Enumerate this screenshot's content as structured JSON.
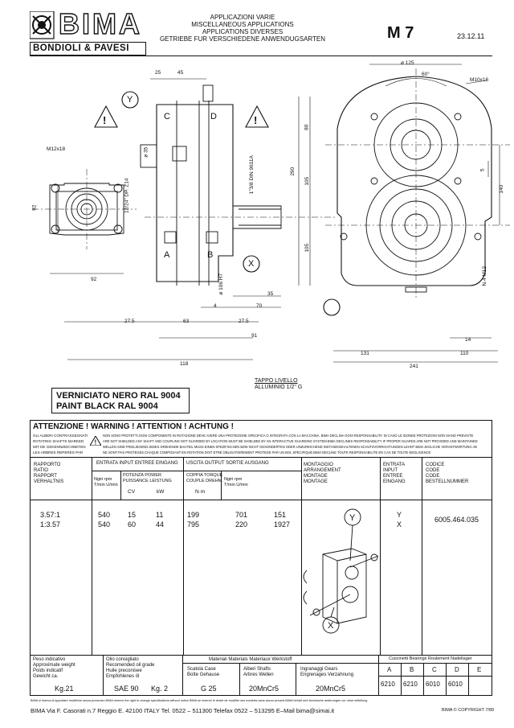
{
  "header": {
    "brand": "BIMA",
    "company": "BONDIOLI & PAVESI",
    "titles": [
      "APPLICAZIONI VARIE",
      "MISCELLANEOUS APPLICATIONS",
      "APPLICATIONS DIVERSES",
      "GETRIEBE FUR VERSCHIEDENE ANWENDUGSARTEN"
    ],
    "model": "M 7",
    "date": "23.12.11"
  },
  "drawing": {
    "dims": {
      "d25": "25",
      "d45": "45",
      "d35": "ø 35",
      "m12": "M12x18",
      "d92v": "92",
      "d92h": "92",
      "spline": "12/24\" DP. Z14",
      "shaft": "1\"3/8 DIN 9611A",
      "d106": "ø 106 H7",
      "d4": "4",
      "d70": "70",
      "d35b": "35",
      "d275a": "27.5",
      "d63": "63",
      "d275b": "27.5",
      "d91": "91",
      "d118": "118",
      "d125": "ø 125",
      "d60": "60°",
      "m10": "M10x16",
      "d80": "80",
      "d290": "290",
      "d105a": "105",
      "d105b": "105",
      "d5": "5",
      "d140": "140",
      "n4": "N.4 M12",
      "d14": "14",
      "d131": "131",
      "d110": "110",
      "d241": "241"
    },
    "labels": {
      "y": "Y",
      "x": "X",
      "c": "C",
      "d": "D",
      "a": "A",
      "b": "B"
    },
    "level_plug": [
      "TAPPO LIVELLO",
      "ALLUMINIO 1/2\" G"
    ],
    "paint": [
      "VERNICIATO NERO RAL 9004",
      "PAINT BLACK RAL 9004"
    ]
  },
  "warning": {
    "heading": "ATTENZIONE !   WARNING !   ATTENTION !   ACHTUNG !",
    "left": [
      "GLI ALBERI CONTRASSEGNATI",
      "ROTATING SHAFTS MARKED",
      "MIT DE GEKENNZEICHNETEN",
      "LES ARBRES REPERES PAR"
    ],
    "right": [
      "NON SONO PROTETTI.OGNI COMPONENTE IN ROTAZIONE DEVE AVERE UNA PROTEZIONE SPECIFICA O INTEGRATA CON LA MACCHINA. BIMA DECLINA OGNI RESPONSABILITA' IN CASO LE IDONEE PROTEZIONI NON SIANO PREVISTE",
      "ARE NOT SHIELDED.ANY SHAFT AND COUPLING NOT GUARDED BY LOCATION MUST BE SHIELDED BY AN INTERACTIVE GUARDING SYSTEM.BIMA DECLINES RESPONSABILITY IF PROPER GUARDS ARE NOT PROVIDED AND MAINTAINED",
      "WELLEN SIND FREILIEGEND.JEDES DREHENDE BAUTEIL MUSS EINEN SPEZIFISCHEN BZW NICHT GESONDERTEN ODER UNZUREICHEND INSTANDGEHALTENEN SCHUTZVORRICHTUNGEN LEHNT BIMA JEGLICHE VERANTWORTUNG AB",
      "NE SONT PAS PROTEGES.CHAQUE COMPOSANT EN ROTATION DOIT ETRE OBLIGATOIREMENT PROTEGE PAR UN BOL SPECIFIQUE.BIMA DECLINE TOUTE RESPONSABILITE EN CAS DE TOUTE NEGLIGENCE"
    ]
  },
  "table": {
    "h_ratio": [
      "RAPPORTO",
      "RATIO",
      "RAPPORT",
      "VERHALTNIS"
    ],
    "h_input": "ENTRATA INPUT ENTREE EINGANG",
    "h_output": "USCITA OUTPUT SORTIE AUSGANG",
    "h_rpm": [
      "Ngiri  rpm",
      "T/min  U/min"
    ],
    "h_power": [
      "POTENZA POWER",
      "PUISSANCE LEISTUNG"
    ],
    "h_cv": "CV",
    "h_kw": "kW",
    "h_torque": [
      "COPPIA TORQUE",
      "COUPLE DREHM."
    ],
    "h_nm": "N·m",
    "h_mount": [
      "MONTAGGIO",
      "ARRANGEMENT",
      "MONTAGE",
      "MONTAGE"
    ],
    "h_entry": [
      "ENTRATA",
      "INPUT",
      "ENTREE",
      "EINGANG"
    ],
    "h_code": [
      "CODICE",
      "CODE",
      "CODE",
      "BESTELLNUMMER"
    ],
    "rows": [
      {
        "ratio": "3.57:1",
        "rpm_in": "540",
        "cv": "15",
        "kw": "11",
        "torque_in": "199",
        "torque_out": "701",
        "rpm_out": "151",
        "entry": "Y"
      },
      {
        "ratio": "1:3.57",
        "rpm_in": "540",
        "cv": "60",
        "kw": "44",
        "torque_in": "795",
        "torque_out": "220",
        "rpm_out": "1927",
        "entry": "X"
      }
    ],
    "code": "6005.464.035"
  },
  "footer": {
    "weight_h": [
      "Peso indicativo",
      "Approximate weight",
      "Poids indicatif",
      "Gewicht ca."
    ],
    "weight": "Kg.21",
    "oil_h": [
      "Olio consigliato",
      "Recomended oil grade",
      "Huile preconisee",
      "Empfohlenes öl"
    ],
    "oil": "SAE 90",
    "oil_qty": "Kg. 2",
    "materials_h": "Materiali Materials Materiaux Werkstoff",
    "case_h": [
      "Scatola Case",
      "Boîte Gehause"
    ],
    "case": "G 25",
    "shafts_h": [
      "Alberi Shafts",
      "Arbres Wellen"
    ],
    "shafts": "20MnCr5",
    "gears_h": [
      "Ingranaggi Gears",
      "Engrenages Verzahnung"
    ],
    "gears": "20MnCr5",
    "bearings_h": "Cuscinetti Bearings Roulement Nadellager",
    "bearing_cols": [
      "A",
      "B",
      "C",
      "D",
      "E"
    ],
    "bearing_vals": [
      "6210",
      "6210",
      "6010",
      "6010",
      ""
    ],
    "notice": "BIMA si riserva di apportare modifiche senza preavviso   BIMA reserve the right to change specifications without notice   BIMA se reserve le droite de modifier ses modeles sans aucun preavis   BIMA behalt sich technische anderungen vor ohne mitteilung",
    "address": "BIMA Via F. Casorati n.7 Reggio E. 42100 ITALY Tel. 0522 – 511300  Telefax 0522 – 513295    E–Mail bima@simai.it",
    "copyright": "BIMA © COPYRIGHT 7/89"
  }
}
